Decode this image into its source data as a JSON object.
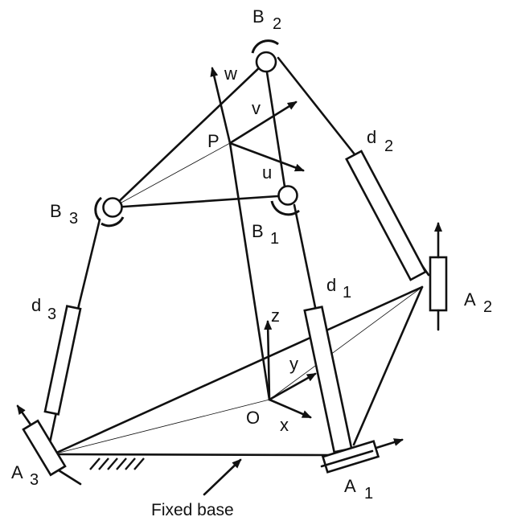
{
  "labels": {
    "B2_main": "B",
    "B2_sub": "2",
    "B3_main": "B",
    "B3_sub": "3",
    "B1_main": "B",
    "B1_sub": "1",
    "A1_main": "A",
    "A1_sub": "1",
    "A2_main": "A",
    "A2_sub": "2",
    "A3_main": "A",
    "A3_sub": "3",
    "d1_main": "d",
    "d1_sub": "1",
    "d2_main": "d",
    "d2_sub": "2",
    "d3_main": "d",
    "d3_sub": "3",
    "P": "P",
    "O": "O",
    "u": "u",
    "v": "v",
    "w": "w",
    "x": "x",
    "y": "y",
    "z": "z",
    "fixed_base": "Fixed base"
  }
}
